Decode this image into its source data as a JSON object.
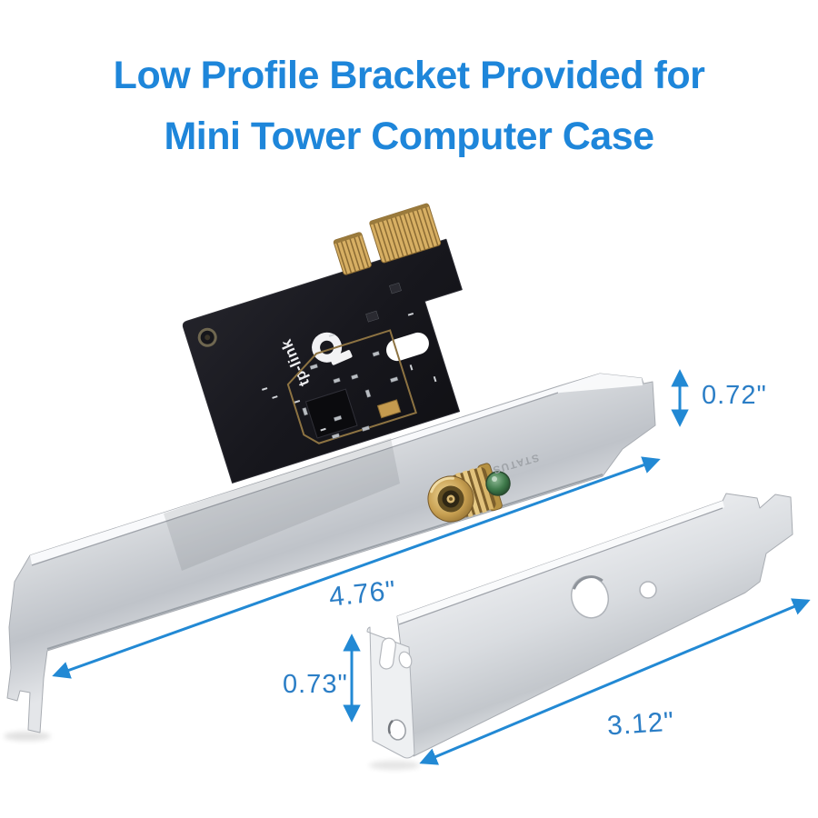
{
  "title": {
    "line1": "Low Profile Bracket Provided for",
    "line2": "Mini Tower Computer Case"
  },
  "card": {
    "brand": "tp-link",
    "status_label": "STATUS"
  },
  "dimensions": {
    "full_bracket_tab_height": "0.72\"",
    "full_bracket_length": "4.76\"",
    "low_profile_bracket_height": "0.73\"",
    "low_profile_bracket_length": "3.12\""
  },
  "colors": {
    "title_blue": "#1e86da",
    "dimension_text_blue": "#2b7ec6",
    "arrow_blue": "#2289d4",
    "pcb_black": "#17171d",
    "gold": "#d2a85c",
    "bracket_silver": "#d4d7db",
    "status_led_green": "#3f7a4b"
  }
}
